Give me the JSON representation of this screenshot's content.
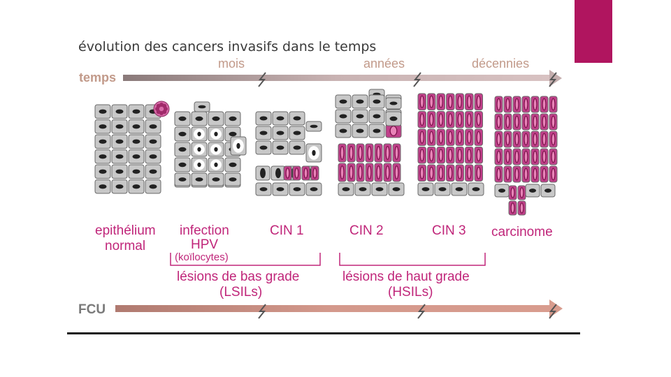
{
  "slide": {
    "accent_color": "#b0155f",
    "rule_color": "#1a1a1a"
  },
  "figure": {
    "title": "évolution des cancers invasifs dans le temps",
    "temps_label": "temps",
    "time_marks": [
      "mois",
      "années",
      "décennies"
    ],
    "stages": [
      {
        "id": "normal",
        "lines": [
          "epithélium",
          "normal"
        ],
        "color": "#c0267a"
      },
      {
        "id": "hpv",
        "lines": [
          "infection",
          "HPV"
        ],
        "sub": "(koïlocytes)",
        "color": "#c0267a"
      },
      {
        "id": "cin1",
        "lines": [
          "CIN 1"
        ],
        "color": "#c0267a"
      },
      {
        "id": "cin2",
        "lines": [
          "CIN 2"
        ],
        "color": "#c0267a"
      },
      {
        "id": "cin3",
        "lines": [
          "CIN 3"
        ],
        "color": "#c0267a"
      },
      {
        "id": "carcinome",
        "lines": [
          "carcinome"
        ],
        "color": "#c0267a"
      }
    ],
    "grades": {
      "low": [
        "lésions de bas grade",
        "(LSILs)"
      ],
      "high": [
        "lésions de haut grade",
        "(HSILs)"
      ]
    },
    "fcu_label": "FCU",
    "colors": {
      "normal_cell": "#c8c8c8",
      "nucleus": "#222222",
      "abnormal_cell": "#c0408a",
      "koilocyte": "#ffffff",
      "time_arrow": "#b8a2a2",
      "fcu_arrow": "#c98578",
      "temps_text": "#c29a8a"
    }
  }
}
